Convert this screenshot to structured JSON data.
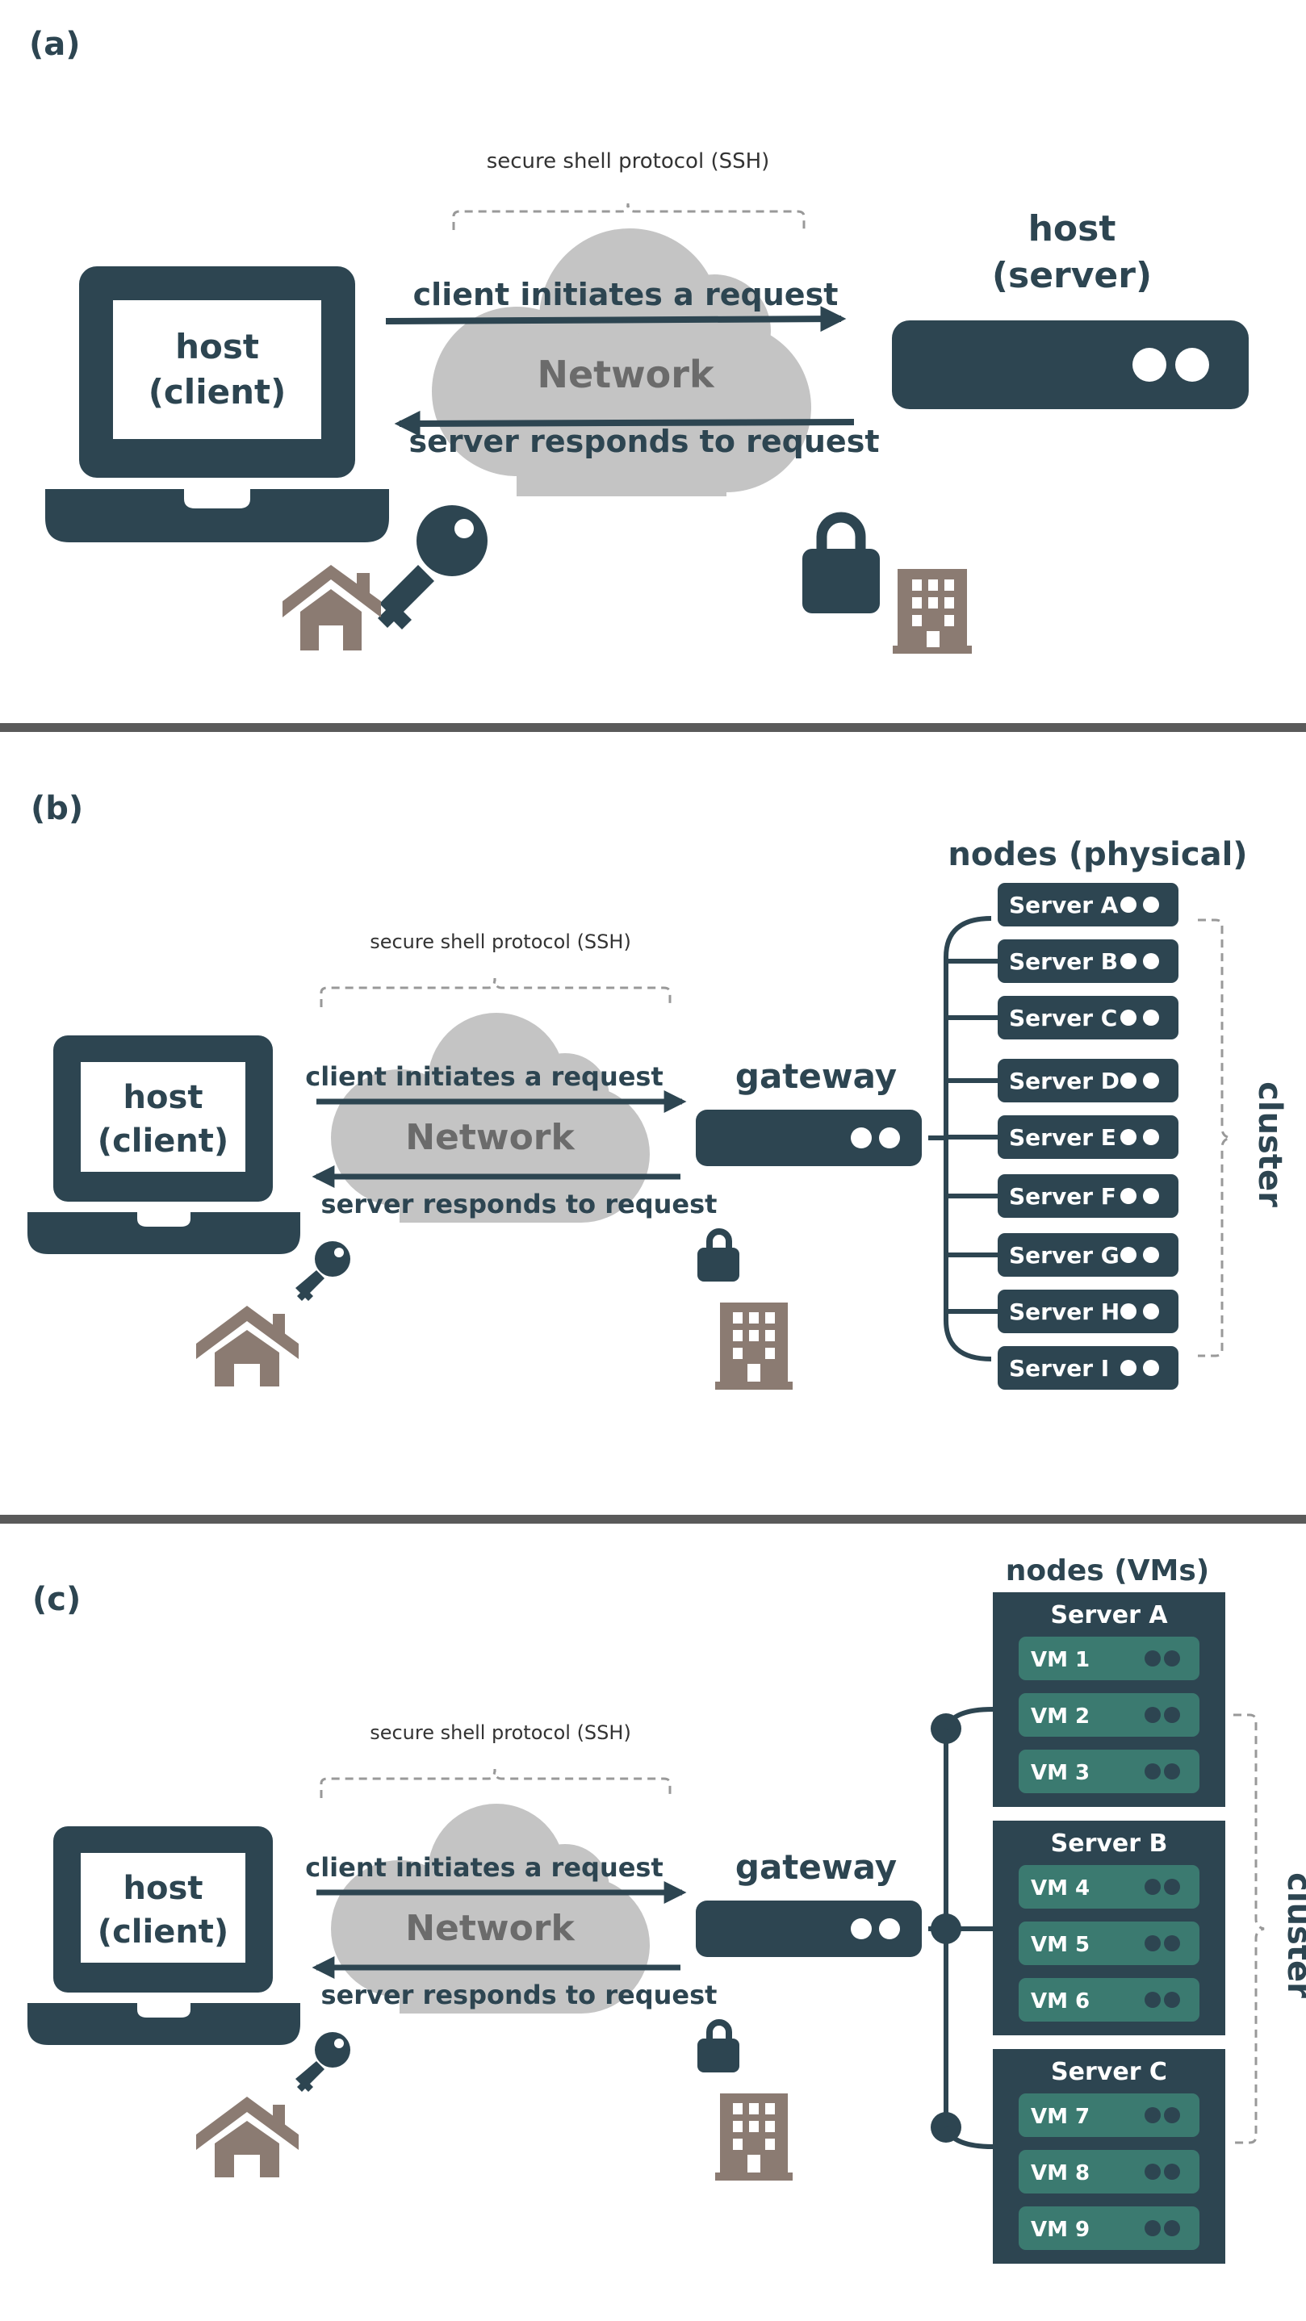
{
  "colors": {
    "dark": "#2d4551",
    "brown": "#8b7b72",
    "cloud": "#c4c4c4",
    "vm": "#3b7a70",
    "divider": "#5a5a5a",
    "brace": "#999999"
  },
  "icons": [
    "laptop-icon",
    "server-icon",
    "key-icon",
    "lock-icon",
    "house-icon",
    "office-building-icon",
    "cloud-icon"
  ],
  "panel_a": {
    "tag": "(a)",
    "ssh": "secure shell protocol (SSH)",
    "client_line1": "host",
    "client_line2": "(client)",
    "server_line1": "host",
    "server_line2": "(server)",
    "network": "Network",
    "request": "client initiates a request",
    "response": "server responds to request"
  },
  "panel_b": {
    "tag": "(b)",
    "ssh": "secure shell protocol (SSH)",
    "client_line1": "host",
    "client_line2": "(client)",
    "network": "Network",
    "request": "client initiates a request",
    "response": "server responds to request",
    "gateway": "gateway",
    "nodes_title": "nodes (physical)",
    "cluster": "cluster",
    "servers": [
      "Server A",
      "Server B",
      "Server C",
      "Server D",
      "Server E",
      "Server F",
      "Server G",
      "Server H",
      "Server I"
    ]
  },
  "panel_c": {
    "tag": "(c)",
    "ssh": "secure shell protocol (SSH)",
    "client_line1": "host",
    "client_line2": "(client)",
    "network": "Network",
    "request": "client initiates a request",
    "response": "server responds to request",
    "gateway": "gateway",
    "nodes_title": "nodes (VMs)",
    "cluster": "cluster",
    "servers": [
      {
        "name": "Server A",
        "vms": [
          "VM 1",
          "VM 2",
          "VM 3"
        ]
      },
      {
        "name": "Server B",
        "vms": [
          "VM 4",
          "VM 5",
          "VM 6"
        ]
      },
      {
        "name": "Server C",
        "vms": [
          "VM 7",
          "VM 8",
          "VM 9"
        ]
      }
    ]
  }
}
